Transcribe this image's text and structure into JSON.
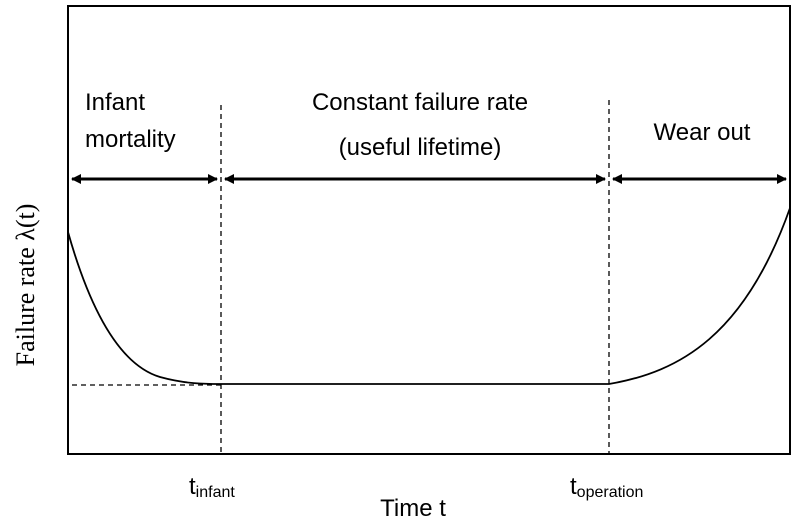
{
  "diagram": {
    "regions": {
      "infant_line1": "Infant",
      "infant_line2": "mortality",
      "constant_line1": "Constant failure rate",
      "constant_line2": "(useful lifetime)",
      "wearout": "Wear out"
    },
    "x_markers": {
      "infant_base": "t",
      "infant_sub": "infant",
      "operation_base": "t",
      "operation_sub": "operation"
    },
    "axes": {
      "xlabel": "Time t",
      "ylabel": "Failure rate λ(t)"
    }
  }
}
